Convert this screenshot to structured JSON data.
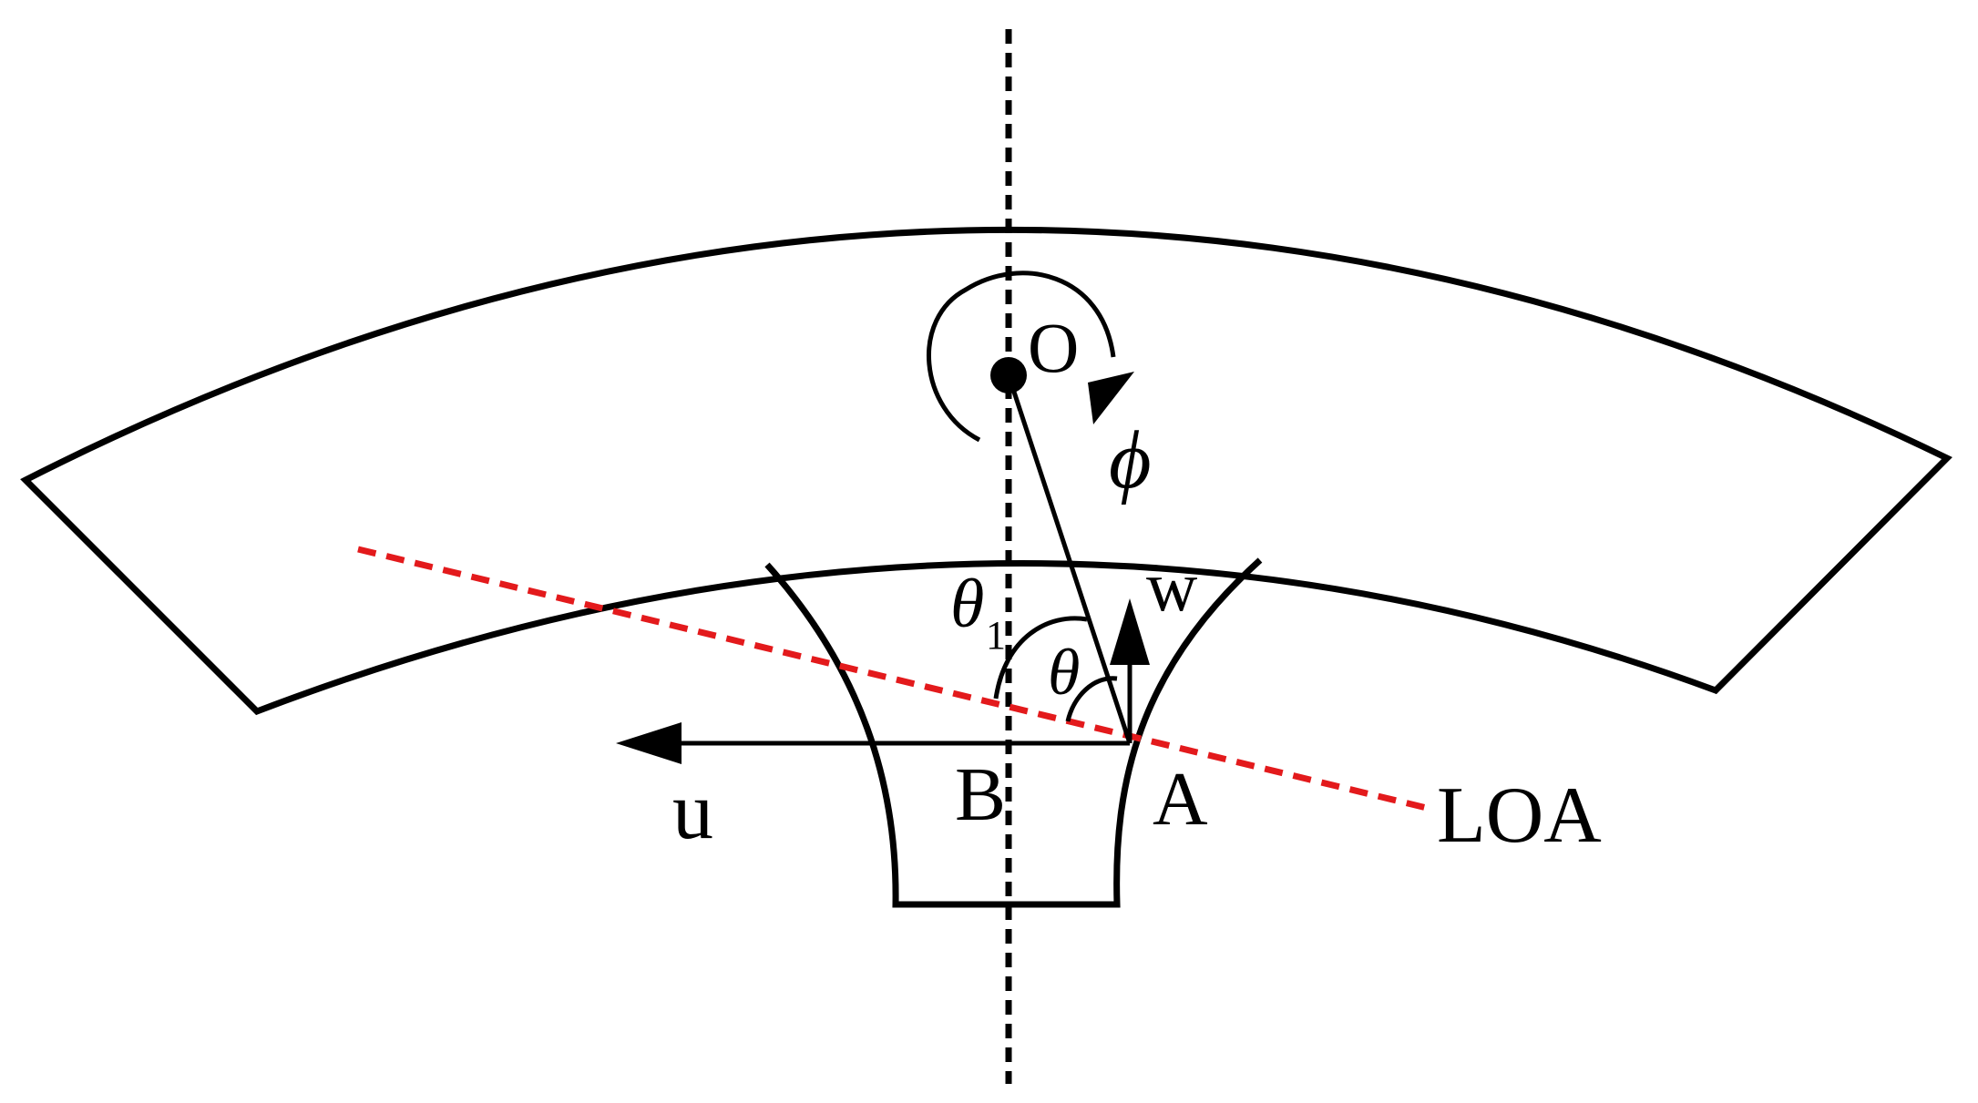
{
  "colors": {
    "stroke": "#000000",
    "line_of_action": "#e31a1c",
    "background": "#ffffff"
  },
  "labels": {
    "point_o": "O",
    "angle_phi": "ϕ",
    "angle_theta1": "θ",
    "theta1_subscript": "1",
    "angle_theta": "θ",
    "velocity_w": "w",
    "velocity_u": "u",
    "point_b": "B",
    "point_a": "A",
    "line_of_action": "LOA"
  }
}
